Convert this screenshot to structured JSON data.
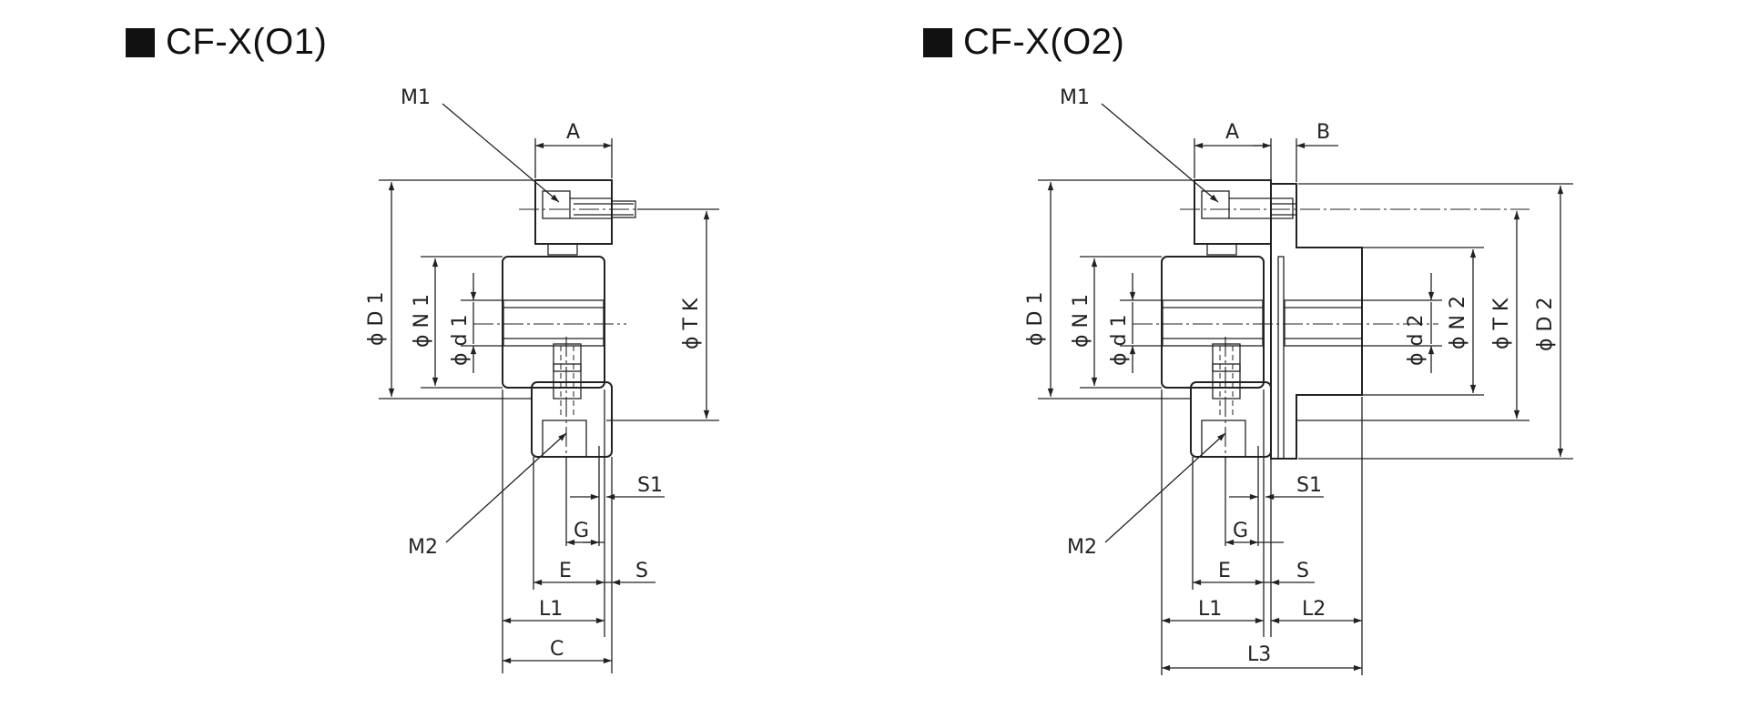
{
  "left": {
    "title": "CF-X(O1)",
    "labels": {
      "M1": "M1",
      "A": "A",
      "D1": "ϕ D 1",
      "N1": "ϕ N 1",
      "d1": "ϕ d 1",
      "TK": "ϕ T K",
      "S1": "S1",
      "G": "G",
      "M2": "M2",
      "E": "E",
      "S": "S",
      "L1": "L1",
      "C": "C"
    }
  },
  "right": {
    "title": "CF-X(O2)",
    "labels": {
      "M1": "M1",
      "A": "A",
      "B": "B",
      "D1": "ϕ D 1",
      "N1": "ϕ N 1",
      "d1": "ϕ d 1",
      "d2": "ϕ d 2",
      "N2": "ϕ N 2",
      "TK": "ϕ T K",
      "D2": "ϕ D 2",
      "S1": "S1",
      "G": "G",
      "M2": "M2",
      "E": "E",
      "S": "S",
      "L1": "L1",
      "L2": "L2",
      "L3": "L3"
    }
  },
  "colors": {
    "ink": "#222222",
    "title": "#111111",
    "background": "#ffffff"
  }
}
